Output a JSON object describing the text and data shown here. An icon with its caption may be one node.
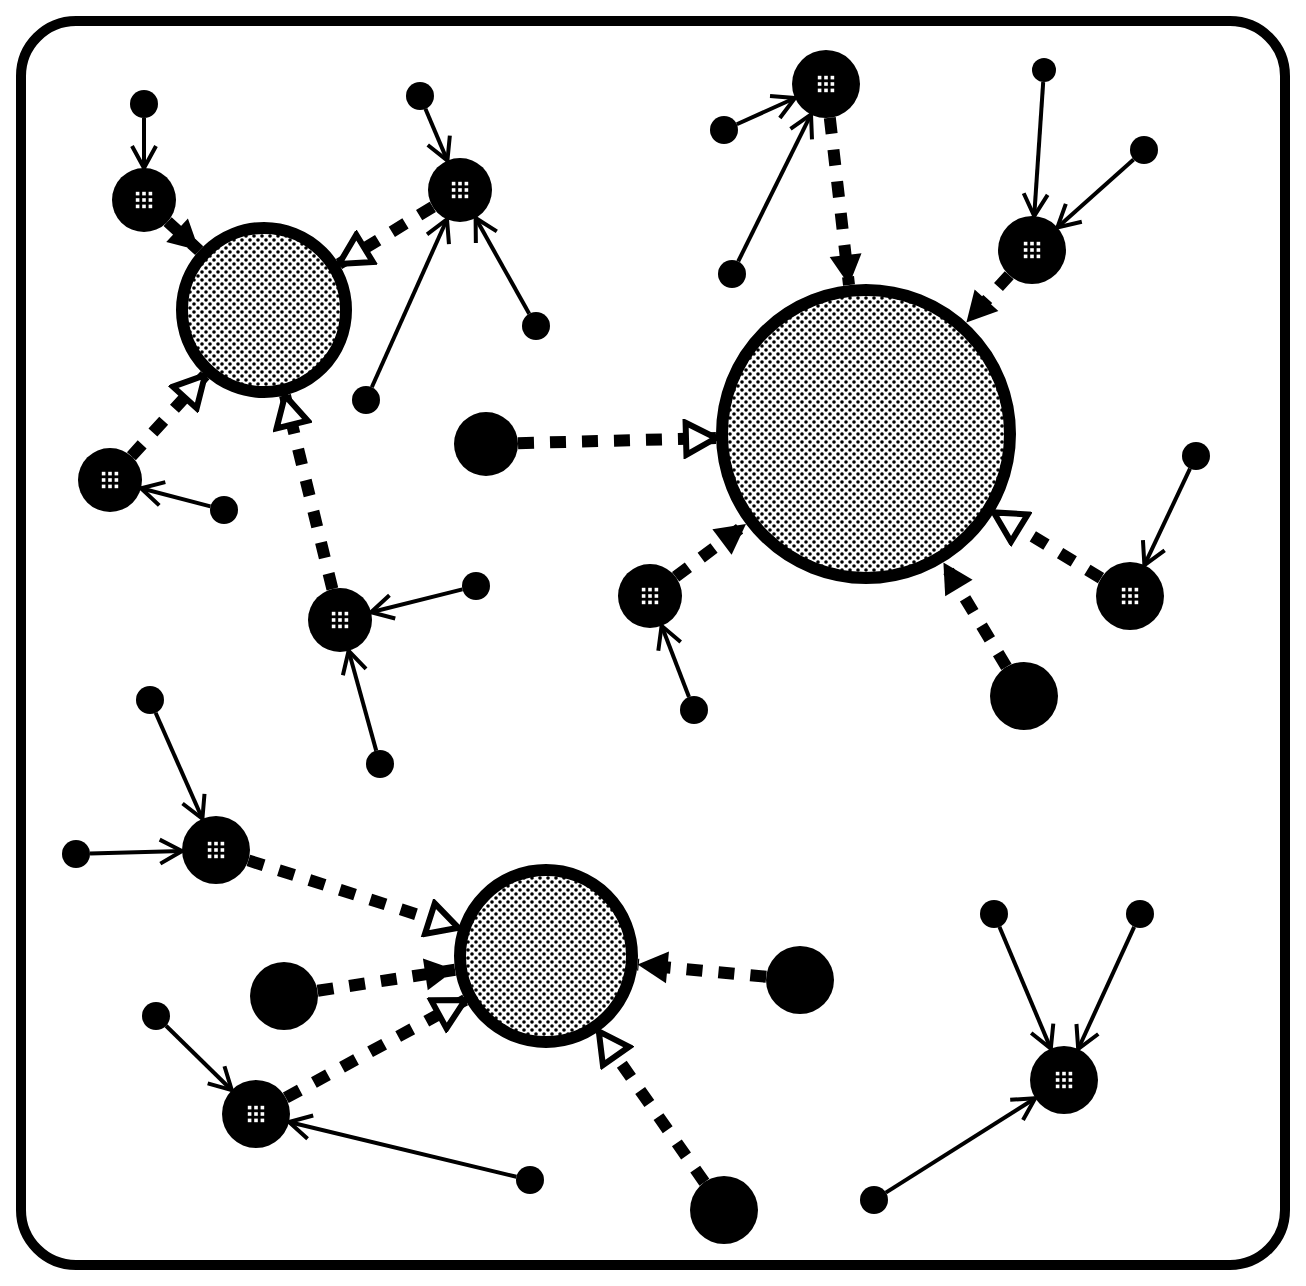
{
  "diagram": {
    "nodes": [
      {
        "text": [],
        "shape": "circle"
      },
      {
        "text": [],
        "shape": "circle"
      },
      {
        "text": [],
        "shape": "circle"
      },
      {
        "text": [],
        "shape": "circle"
      },
      {
        "text": [],
        "shape": "circle"
      },
      {
        "text": [],
        "shape": "circle"
      },
      {
        "text": [],
        "shape": "circle"
      },
      {
        "text": [],
        "shape": "circle"
      },
      {
        "text": [],
        "shape": "circle"
      },
      {
        "text": [],
        "shape": "circle"
      },
      {
        "text": [],
        "shape": "circle"
      },
      {
        "text": [],
        "shape": "circle"
      },
      {
        "text": [],
        "shape": "circle"
      },
      {
        "text": [],
        "shape": "circle"
      },
      {
        "text": [],
        "shape": "circle"
      },
      {
        "text": [],
        "shape": "circle"
      },
      {
        "text": [],
        "shape": "circle"
      },
      {
        "text": [],
        "shape": "circle"
      },
      {
        "text": [],
        "shape": "circle"
      },
      {
        "text": [],
        "shape": "circle"
      },
      {
        "text": [],
        "shape": "circle"
      },
      {
        "text": [],
        "shape": "circle"
      },
      {
        "text": [],
        "shape": "circle"
      },
      {
        "text": [],
        "shape": "circle"
      },
      {
        "text": [],
        "shape": "circle"
      },
      {
        "text": [],
        "shape": "circle"
      },
      {
        "text": [],
        "shape": "circle"
      },
      {
        "text": [],
        "shape": "circle"
      },
      {
        "text": [],
        "shape": "circle"
      },
      {
        "text": [],
        "shape": "circle"
      },
      {
        "text": [],
        "shape": "circle"
      },
      {
        "text": [],
        "shape": "circle"
      },
      {
        "text": [],
        "shape": "circle"
      },
      {
        "text": [],
        "shape": "circle"
      },
      {
        "text": [],
        "shape": "circle"
      },
      {
        "text": [],
        "shape": "circle"
      },
      {
        "text": [],
        "shape": "circle"
      },
      {
        "text": [],
        "shape": "circle"
      },
      {
        "text": [],
        "shape": "circle"
      }
    ],
    "edges": [
      {
        "from": 0,
        "to": 1,
        "arrow": "to"
      },
      {
        "from": 2,
        "to": 3,
        "arrow": "to"
      },
      {
        "from": 4,
        "to": 3,
        "arrow": "to"
      },
      {
        "from": 5,
        "to": 3,
        "arrow": "to"
      },
      {
        "from": 1,
        "to": 6,
        "arrow": "to",
        "style": "dashed"
      },
      {
        "from": 3,
        "to": 6,
        "arrow": "to",
        "style": "dashed"
      },
      {
        "from": 7,
        "to": 6,
        "arrow": "to",
        "style": "dashed"
      },
      {
        "from": 9,
        "to": 6,
        "arrow": "to",
        "style": "dashed"
      },
      {
        "from": 8,
        "to": 7,
        "arrow": "to"
      },
      {
        "from": 10,
        "to": 9,
        "arrow": "to"
      },
      {
        "from": 11,
        "to": 9,
        "arrow": "to"
      },
      {
        "from": 13,
        "to": 12,
        "arrow": "to"
      },
      {
        "from": 14,
        "to": 12,
        "arrow": "to"
      },
      {
        "from": 15,
        "to": 17,
        "arrow": "to"
      },
      {
        "from": 16,
        "to": 17,
        "arrow": "to"
      },
      {
        "from": 12,
        "to": 19,
        "arrow": "to",
        "style": "dashed"
      },
      {
        "from": 17,
        "to": 19,
        "arrow": "to",
        "style": "dashed"
      },
      {
        "from": 18,
        "to": 19,
        "arrow": "to",
        "style": "dashed"
      },
      {
        "from": 20,
        "to": 19,
        "arrow": "to",
        "style": "dashed"
      },
      {
        "from": 23,
        "to": 19,
        "arrow": "to",
        "style": "dashed"
      },
      {
        "from": 24,
        "to": 19,
        "arrow": "to",
        "style": "dashed"
      },
      {
        "from": 21,
        "to": 20,
        "arrow": "to"
      },
      {
        "from": 22,
        "to": 23,
        "arrow": "to"
      },
      {
        "from": 25,
        "to": 27,
        "arrow": "to"
      },
      {
        "from": 26,
        "to": 27,
        "arrow": "to"
      },
      {
        "from": 27,
        "to": 28,
        "arrow": "to",
        "style": "dashed"
      },
      {
        "from": 29,
        "to": 28,
        "arrow": "to",
        "style": "dashed"
      },
      {
        "from": 32,
        "to": 28,
        "arrow": "to",
        "style": "dashed"
      },
      {
        "from": 30,
        "to": 28,
        "arrow": "to",
        "style": "dashed"
      },
      {
        "from": 34,
        "to": 28,
        "arrow": "to",
        "style": "dashed"
      },
      {
        "from": 31,
        "to": 32,
        "arrow": "to"
      },
      {
        "from": 33,
        "to": 32,
        "arrow": "to"
      },
      {
        "from": 35,
        "to": 37,
        "arrow": "to"
      },
      {
        "from": 36,
        "to": 37,
        "arrow": "to"
      },
      {
        "from": 38,
        "to": 37,
        "arrow": "to"
      }
    ]
  }
}
